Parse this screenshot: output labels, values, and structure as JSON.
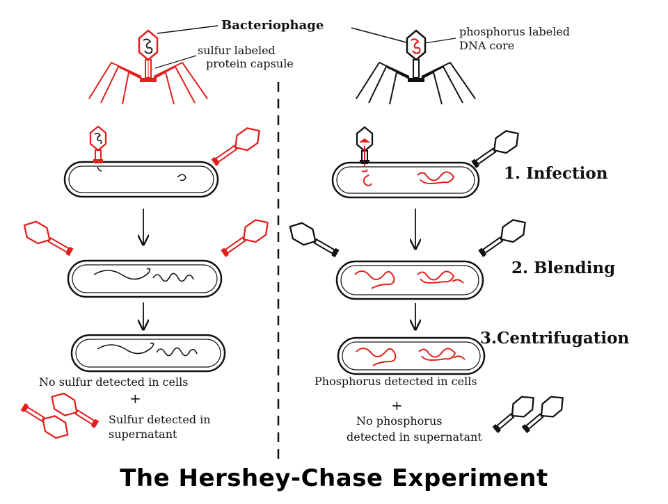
{
  "title": "The Hershey-Chase Experiment",
  "phage_label": "Bacteriophage",
  "left_phage": {
    "label_line1": "sulfur labeled",
    "label_line2": "protein capsule",
    "color": "#e0201c"
  },
  "right_phage": {
    "label_line1": "phosphorus labeled",
    "label_line2": "DNA core",
    "color": "#111111"
  },
  "steps": [
    {
      "label": "1. Infection"
    },
    {
      "label": "2. Blending"
    },
    {
      "label": "3.Centrifugation"
    }
  ],
  "left_results": {
    "cells": "No sulfur detected in cells",
    "plus": "+",
    "supernatant_line1": "Sulfur detected in",
    "supernatant_line2": "supernatant"
  },
  "right_results": {
    "cells": "Phosphorus detected in cells",
    "plus": "+",
    "supernatant_line1": "No phosphorus",
    "supernatant_line2": "detected in supernatant"
  },
  "colors": {
    "sulfur_red": "#e0201c",
    "dna_red": "#e0201c",
    "ink": "#111111"
  }
}
